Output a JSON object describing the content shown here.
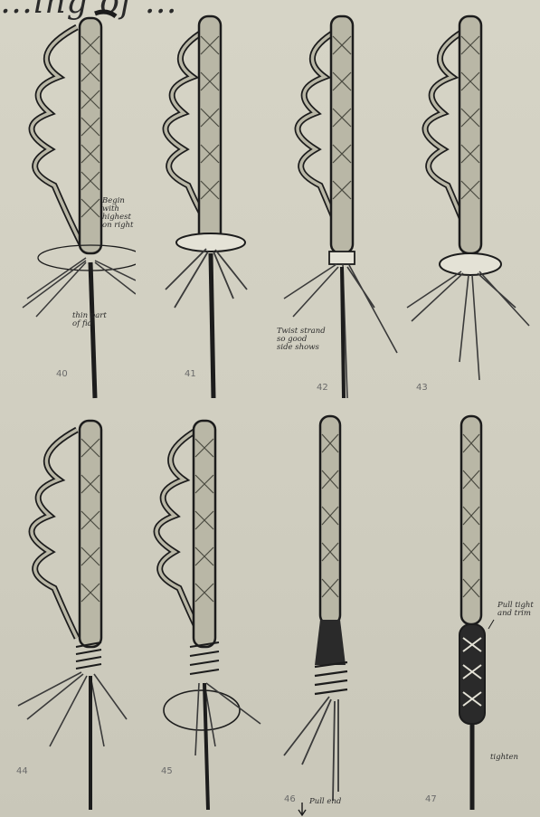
{
  "header": {
    "script_text": "…ing of …"
  },
  "figures": [
    {
      "number": "40",
      "note": "Begin\nwith highest\non right",
      "note2": "thin part\nof fid"
    },
    {
      "number": "41"
    },
    {
      "number": "42",
      "note": "Twist strand\nso good\nside shows"
    },
    {
      "number": "43"
    },
    {
      "number": "44"
    },
    {
      "number": "45"
    },
    {
      "number": "46",
      "note": "Pull end"
    },
    {
      "number": "47",
      "note": "Pull tight\nand trim",
      "note2": "tighten"
    }
  ],
  "colors": {
    "paper": "#d2d0c2",
    "ink": "#1c1c1c",
    "strand": "#b9b7a6",
    "strand_light": "#e4e2d6"
  }
}
